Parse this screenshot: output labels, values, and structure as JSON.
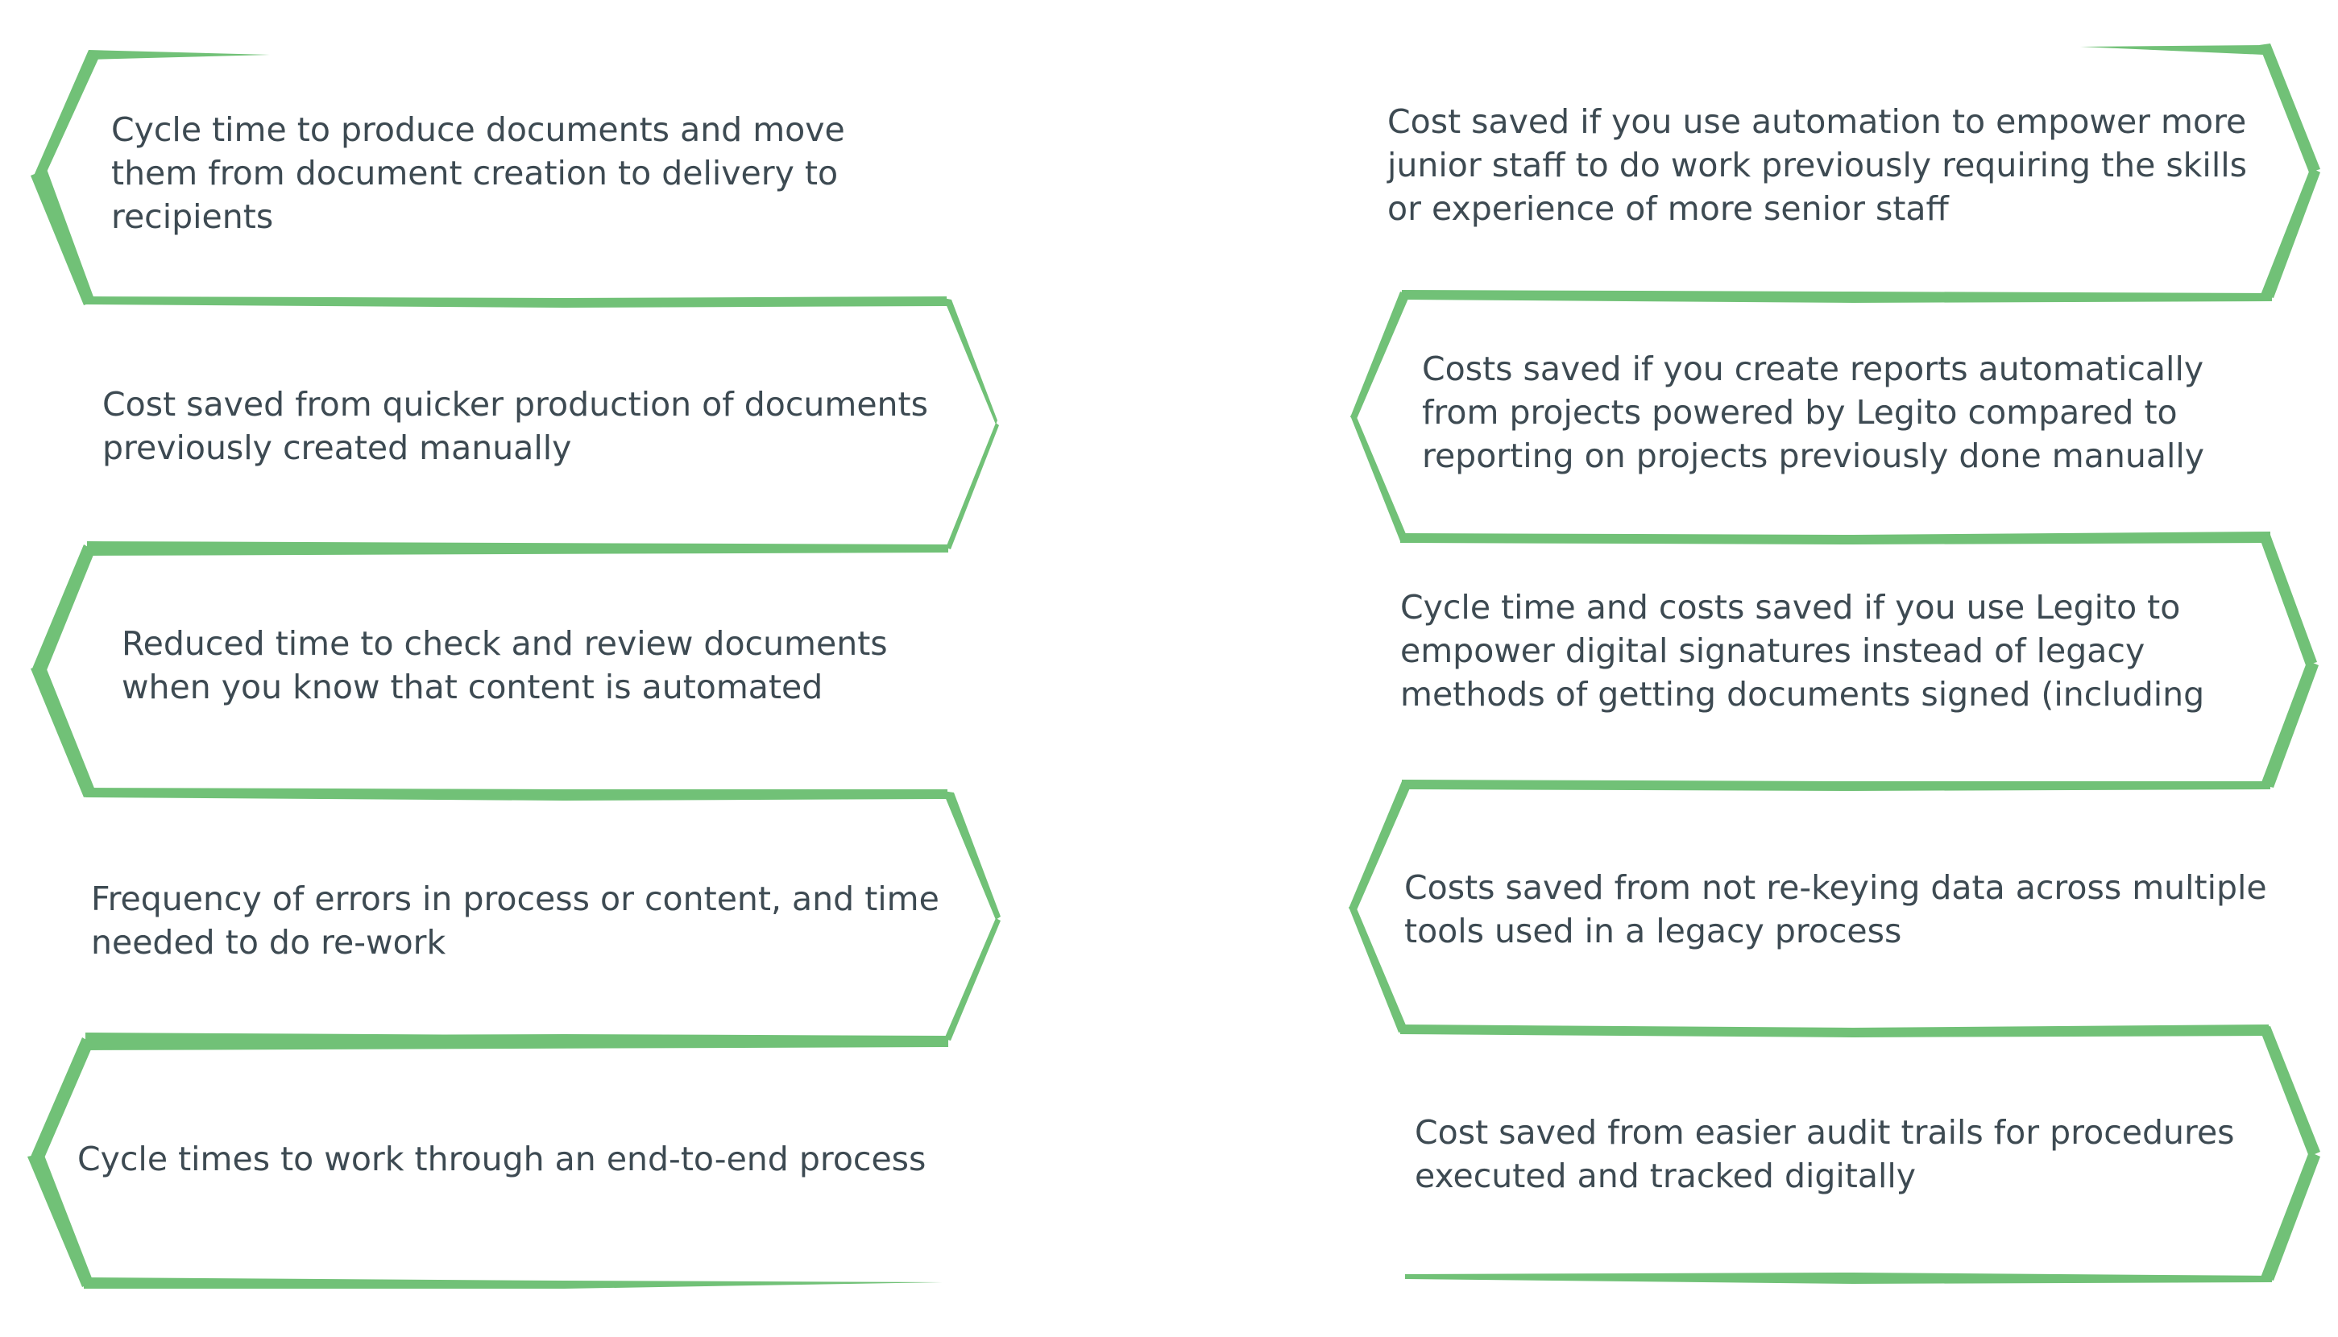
{
  "colors": {
    "stroke": "#71c177",
    "text": "#3d4a52",
    "background": "#ffffff"
  },
  "left_column": [
    {
      "text": "Cycle time to produce documents and move\nthem from document creation to delivery to\nrecipients"
    },
    {
      "text": "Cost saved from quicker production of documents\npreviously created manually"
    },
    {
      "text": "Reduced time to check and review documents\nwhen you know that content is automated"
    },
    {
      "text": "Frequency of errors in process or content, and time\nneeded to do re-work"
    },
    {
      "text": "Cycle times to work through an end-to-end process"
    }
  ],
  "right_column": [
    {
      "text": "Cost saved if you use automation to empower more\njunior staff to do work previously requiring the skills\nor experience of more senior staff"
    },
    {
      "text": "Costs saved if you create reports automatically\nfrom projects powered by Legito compared to\nreporting on projects previously done manually"
    },
    {
      "text": "Cycle time and costs saved if you use Legito to\nempower digital signatures instead of legacy\nmethods of getting documents signed (including"
    },
    {
      "text": "Costs saved from not re-keying data across multiple\ntools used in a legacy process"
    },
    {
      "text": "Cost saved from easier audit trails for procedures\nexecuted and tracked digitally"
    }
  ]
}
